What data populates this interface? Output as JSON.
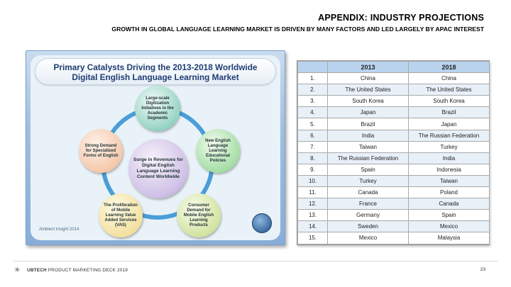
{
  "slide": {
    "title": "APPENDIX: INDUSTRY PROJECTIONS",
    "subtitle": "GROWTH IN GLOBAL LANGUAGE LEARNING MARKET IS DRIVEN BY MANY FACTORS AND LED LARGELY BY APAC INTEREST"
  },
  "diagram": {
    "title_line1": "Primary Catalysts Driving the 2013-2018 Worldwide",
    "title_line2": "Digital English Language Learning Market",
    "center": "Surge in Revenues for Digital English Language Learning Content Worldwide",
    "top": "Large-scale Digitization Initiatives in the Academic Segments",
    "right": "New English Language Learning Educational Policies",
    "bottom_right": "Consumer Demand for Mobile English Learning Products",
    "bottom_left": "The Proliferation of Mobile Learning Value Added Services (VAS)",
    "left": "Strong Demand for Specialized Forms of English",
    "credit": "Ambient Insight 2014",
    "logo_icon": "ambient-insight-logo"
  },
  "table": {
    "headers": [
      "",
      "2013",
      "2018"
    ],
    "rows": [
      [
        "1.",
        "China",
        "China"
      ],
      [
        "2.",
        "The United States",
        "The United States"
      ],
      [
        "3.",
        "South Korea",
        "South Korea"
      ],
      [
        "4.",
        "Japan",
        "Brazil"
      ],
      [
        "5.",
        "Brazil",
        "Japan"
      ],
      [
        "6.",
        "India",
        "The Russian Federation"
      ],
      [
        "7.",
        "Taiwan",
        "Turkey"
      ],
      [
        "8.",
        "The Russian Federation",
        "India"
      ],
      [
        "9.",
        "Spain",
        "Indonesia"
      ],
      [
        "10.",
        "Turkey",
        "Taiwan"
      ],
      [
        "11.",
        "Canada",
        "Poland"
      ],
      [
        "12.",
        "France",
        "Canada"
      ],
      [
        "13.",
        "Germany",
        "Spain"
      ],
      [
        "14.",
        "Sweden",
        "Mexico"
      ],
      [
        "15.",
        "Mexico",
        "Malaysia"
      ]
    ]
  },
  "footer": {
    "brand_bold": "UBTECH",
    "brand_rest": "PRODUCT MARKETING DECK 2019",
    "page": "23",
    "icon": "asterisk-logo-icon"
  },
  "colors": {
    "table_header": "#b9d3ee",
    "diagram_title": "#1f3d74",
    "ring": "#4a9ed8"
  }
}
